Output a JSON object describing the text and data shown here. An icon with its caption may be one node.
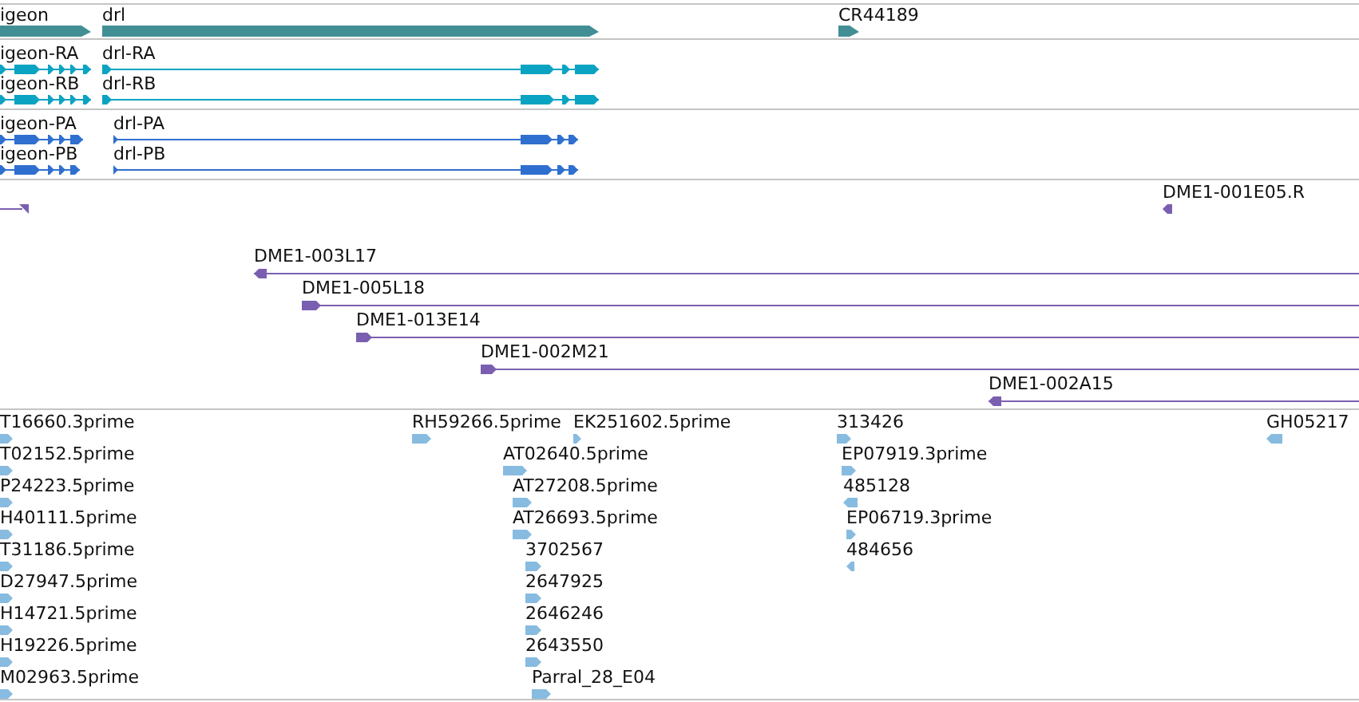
{
  "diagram": {
    "labels": [
      "igeon",
      "drl",
      "CR44189",
      "igeon-RA",
      "drl-RA",
      "igeon-RB",
      "drl-RB",
      "igeon-PA",
      "drl-PA",
      "igeon-PB",
      "drl-PB",
      "DME1-001E05.R",
      "DME1-003L17",
      "DME1-005L18",
      "DME1-013E14",
      "DME1-002M21",
      "DME1-002A15",
      "T16660.3prime",
      "RH59266.5prime",
      "EK251602.5prime",
      "313426",
      "GH05217",
      "T02152.5prime",
      "AT02640.5prime",
      "EP07919.3prime",
      "P24223.5prime",
      "AT27208.5prime",
      "485128",
      "H40111.5prime",
      "AT26693.5prime",
      "EP06719.3prime",
      "T31186.5prime",
      "3702567",
      "484656",
      "D27947.5prime",
      "2647925",
      "H14721.5prime",
      "2646246",
      "H19226.5prime",
      "2643550",
      "M02963.5prime",
      "Parral_28_E04"
    ]
  }
}
